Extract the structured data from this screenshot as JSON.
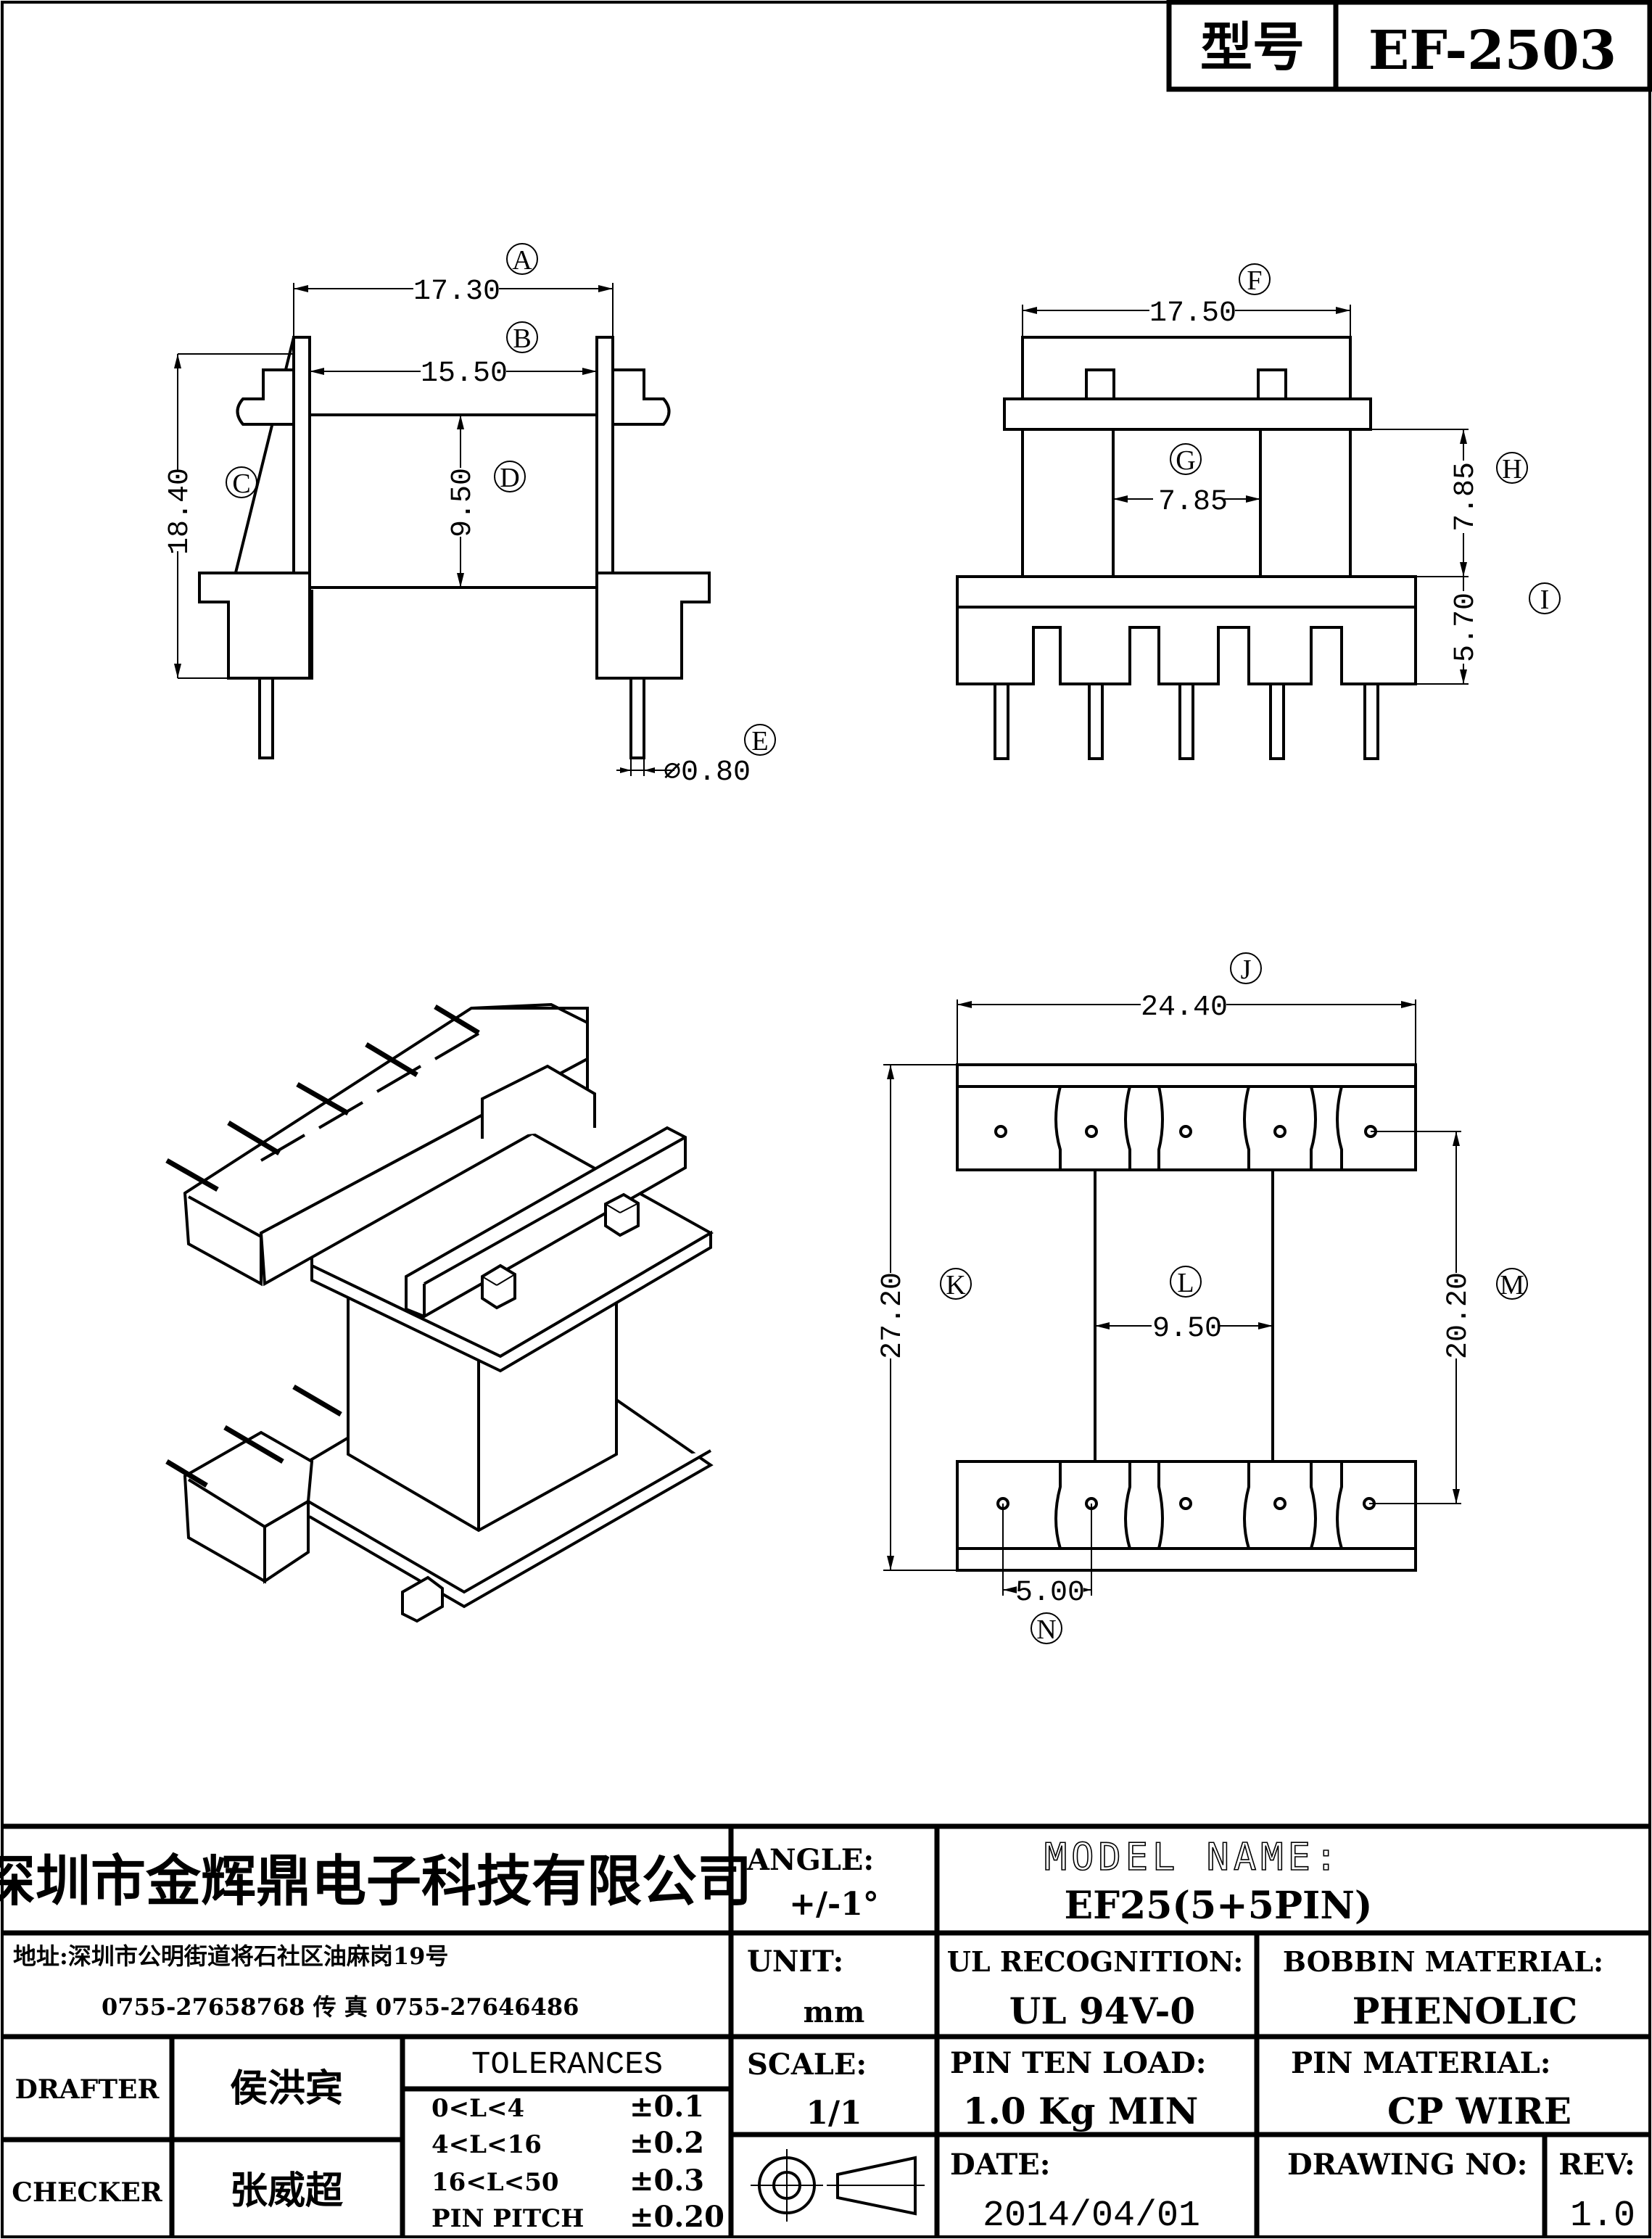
{
  "header": {
    "model_label": "型号",
    "model_value": "EF-2503"
  },
  "dimensions": {
    "A": "17.30",
    "B": "15.50",
    "C": "18.40",
    "D": "9.50",
    "E": "⌀0.80",
    "F": "17.50",
    "G": "7.85",
    "H": "7.85",
    "I": "5.70",
    "J": "24.40",
    "K": "27.20",
    "L": "9.50",
    "M": "20.20",
    "N": "5.00"
  },
  "callouts": {
    "A": "A",
    "B": "B",
    "C": "C",
    "D": "D",
    "E": "E",
    "F": "F",
    "G": "G",
    "H": "H",
    "I": "I",
    "J": "J",
    "K": "K",
    "L": "L",
    "M": "M",
    "N": "N"
  },
  "title_block": {
    "company": "深圳市金辉鼎电子科技有限公司",
    "address": "地址:深圳市公明街道将石社区油麻岗19号",
    "phone": "0755-27658768   传 真  0755-27646486",
    "drafter_label": "DRAFTER",
    "drafter": "侯洪宾",
    "checker_label": "CHECKER",
    "checker": "张威超",
    "tolerances_title": "TOLERANCES",
    "tolerances": [
      {
        "range": "0<L<4",
        "value": "±0.1"
      },
      {
        "range": "4<L<16",
        "value": "±0.2"
      },
      {
        "range": "16<L<50",
        "value": "±0.3"
      },
      {
        "range": "PIN PITCH",
        "value": "±0.20"
      }
    ],
    "angle_label": "ANGLE:",
    "angle": "+/-1°",
    "unit_label": "UNIT:",
    "unit": "mm",
    "scale_label": "SCALE:",
    "scale": "1/1",
    "model_name_label": "MODEL NAME:",
    "model_name": "EF25(5+5PIN)",
    "ul_label": "UL RECOGNITION:",
    "ul": "UL 94V-0",
    "bobbin_label": "BOBBIN MATERIAL:",
    "bobbin": "PHENOLIC",
    "pin_load_label": "PIN TEN LOAD:",
    "pin_load": "1.0 Kg MIN",
    "pin_material_label": "PIN MATERIAL:",
    "pin_material": "CP WIRE",
    "date_label": "DATE:",
    "date": "2014/04/01",
    "drawing_no_label": "DRAWING NO:",
    "drawing_no": "",
    "rev_label": "REV:",
    "rev": "1.0"
  }
}
